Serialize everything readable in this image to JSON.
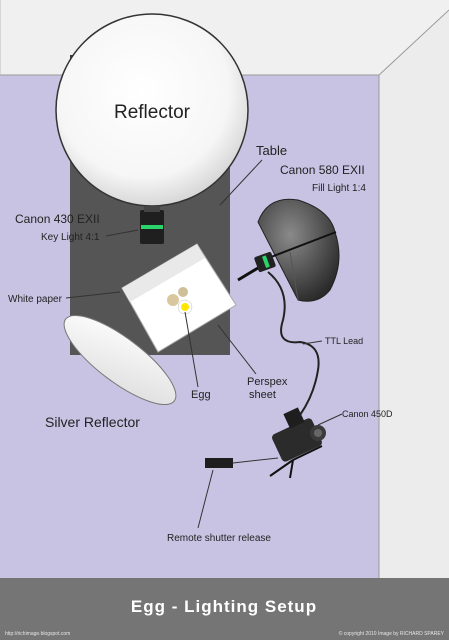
{
  "labels": {
    "reflector": "Reflector",
    "table": "Table",
    "canon580": "Canon 580 EXII",
    "fill_light": "Fill Light  1:4",
    "canon430": "Canon 430 EXII",
    "key_light": "Key Light 4:1",
    "white_paper": "White paper",
    "ttl_lead": "TTL Lead",
    "egg": "Egg",
    "perspex": "Perspex",
    "perspex_sheet": "sheet",
    "silver_reflector": "Silver Reflector",
    "canon450": "Canon 450D",
    "remote": "Remote shutter release"
  },
  "footer": {
    "title": "Egg - Lighting Setup",
    "left_credit": "http://richimage.blogspot.com",
    "right_credit": "© copyright 2010 Image by RICHARD SPAREY"
  },
  "colors": {
    "floor": "#c9c3e3",
    "wall": "#f2f2f2",
    "table": "#555555",
    "banner": "#757575"
  }
}
